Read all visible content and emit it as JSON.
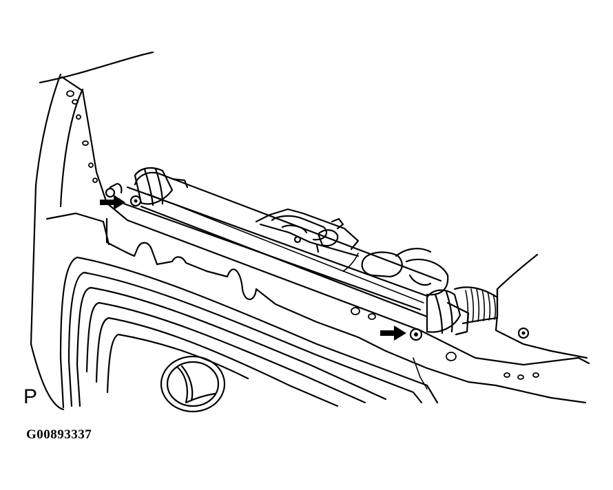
{
  "figure": {
    "view_label": "P",
    "figure_code": "G00893337"
  },
  "callouts": [
    {
      "name": "bolt-arrow-left",
      "points_to": "left-radiator-support-bolt"
    },
    {
      "name": "bolt-arrow-right",
      "points_to": "right-radiator-support-bolt"
    }
  ],
  "colors": {
    "line": "#000000",
    "background": "#ffffff"
  }
}
